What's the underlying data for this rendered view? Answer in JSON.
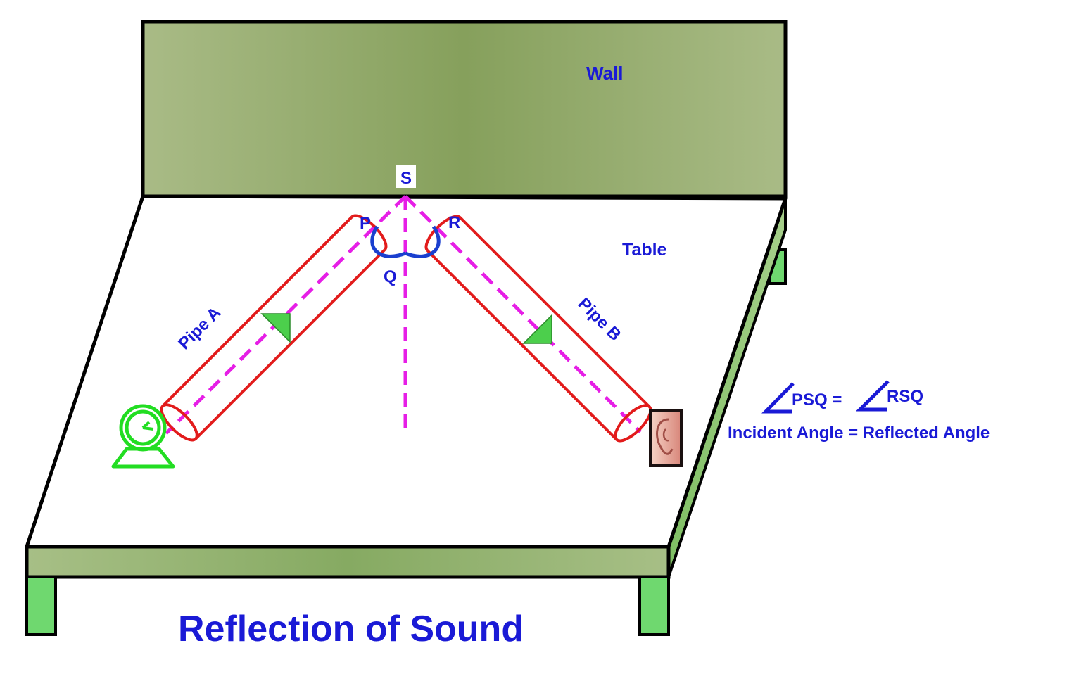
{
  "labels": {
    "wall": "Wall",
    "table": "Table",
    "point_s": "S",
    "point_p": "P",
    "point_r": "R",
    "point_q": "Q",
    "pipe_a": "Pipe A",
    "pipe_b": "Pipe B",
    "title": "Reflection of Sound"
  },
  "formula": {
    "left": "PSQ =",
    "right": "RSQ",
    "caption": "Incident Angle = Reflected Angle"
  },
  "icons": {
    "source": "clock-icon",
    "receiver": "ear-icon",
    "angle": "angle-symbol-icon"
  },
  "colors": {
    "wall": "#8da264",
    "table_edge": "#8aa868",
    "legs": "#6fd86f",
    "pipes": "#e21b1b",
    "ray": "#e61ee6",
    "arc": "#1a3fcf",
    "text": "#1a1ad6",
    "source": "#22dd22",
    "arrow": "#4ccf4c"
  }
}
